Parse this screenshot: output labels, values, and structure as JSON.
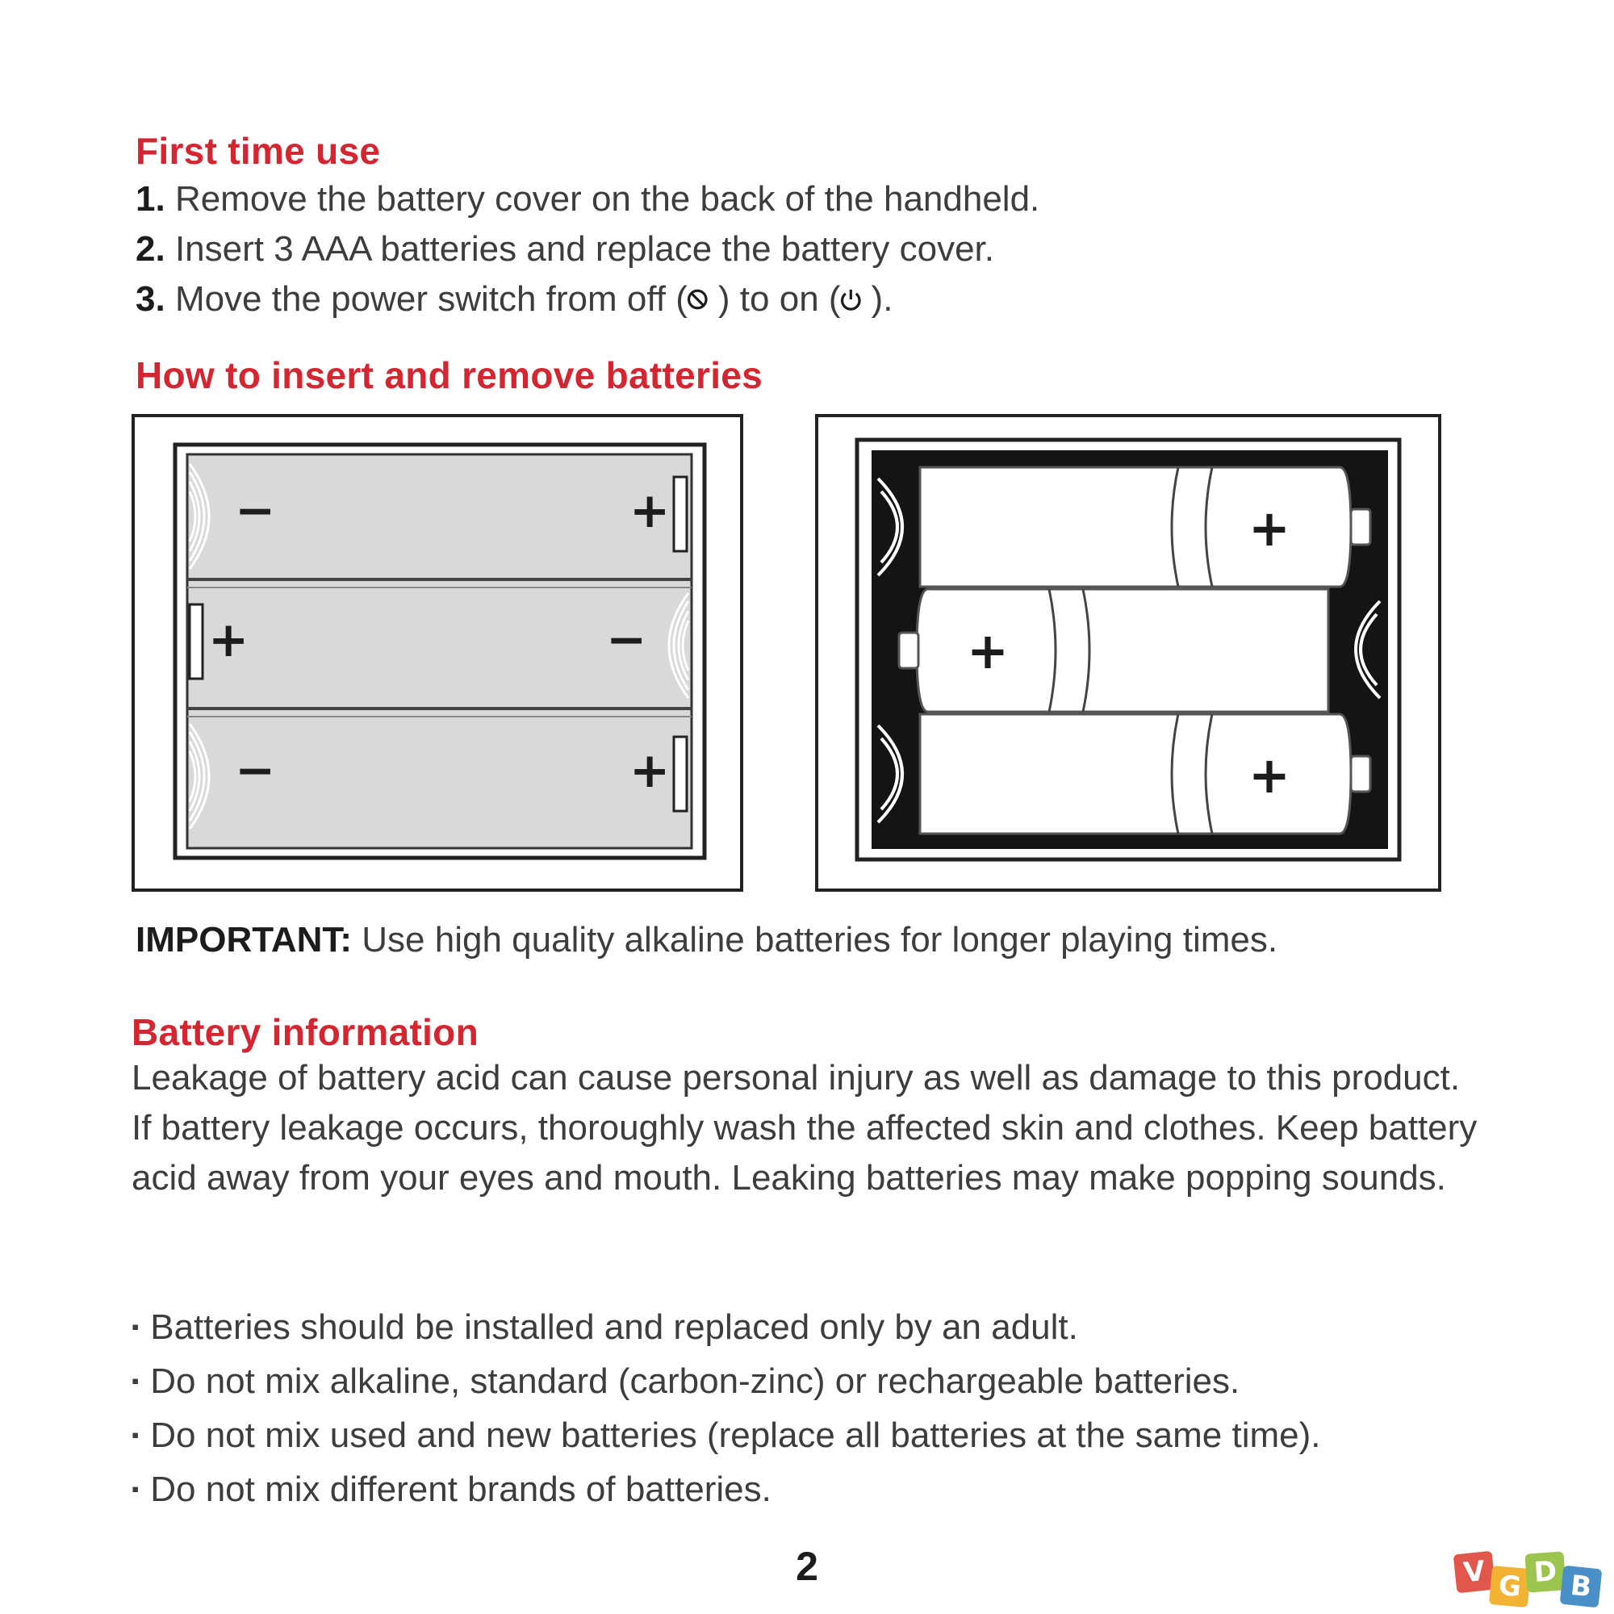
{
  "first_time": {
    "heading": "First time use",
    "steps": [
      {
        "num": "1.",
        "text": "Remove the battery cover on the back of the handheld."
      },
      {
        "num": "2.",
        "text": "Insert 3 AAA batteries and replace the battery cover."
      },
      {
        "num": "3.",
        "text_before": "Move the power switch from off (",
        "text_middle": ") to on (",
        "text_after": ")."
      }
    ]
  },
  "insert_remove": {
    "heading": "How to insert and remove batteries",
    "left_diagram": {
      "rows": [
        {
          "left_sign": "−",
          "right_sign": "+"
        },
        {
          "left_sign": "+",
          "right_sign": "−"
        },
        {
          "left_sign": "−",
          "right_sign": "+"
        }
      ]
    },
    "right_diagram": {
      "rows": [
        {
          "sign": "+"
        },
        {
          "sign": "+"
        },
        {
          "sign": "+"
        }
      ]
    }
  },
  "important": {
    "label": "IMPORTANT:",
    "text": " Use high quality alkaline batteries for longer playing times."
  },
  "battery_info": {
    "heading": "Battery information",
    "paragraph": "Leakage of battery acid can cause personal injury as well as damage to this product. If battery leakage occurs, thoroughly wash the affected skin and clothes. Keep battery acid away from your eyes and mouth. Leaking batteries may make popping sounds.",
    "bullets": [
      "Batteries should be installed and replaced only by an adult.",
      "Do not mix alkaline, standard (carbon-zinc) or rechargeable batteries.",
      "Do not mix used and new batteries (replace all batteries at the same time).",
      "Do not mix different brands of batteries."
    ]
  },
  "page_number": "2",
  "watermark": {
    "letters": [
      "V",
      "G",
      "D",
      "B"
    ],
    "colors": [
      "#e2574c",
      "#f2b233",
      "#9bc54f",
      "#4a90c8"
    ]
  },
  "colors": {
    "heading_red": "#d32630",
    "battery_gray": "#d9d9d9",
    "holder_black": "#141414"
  }
}
